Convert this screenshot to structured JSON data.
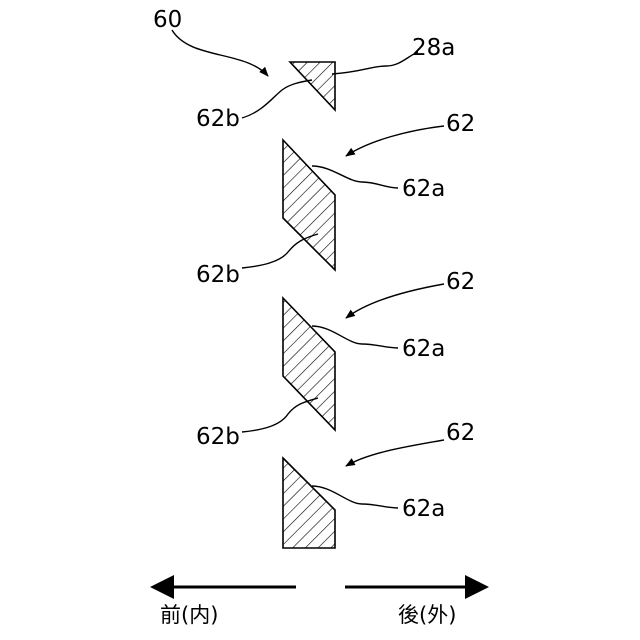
{
  "labels": {
    "assembly": "60",
    "ref_28a": "28a",
    "ref_62b_top": "62b",
    "ref_62_1": "62",
    "ref_62a_1": "62a",
    "ref_62b_1": "62b",
    "ref_62_2": "62",
    "ref_62a_2": "62a",
    "ref_62b_2": "62b",
    "ref_62_3": "62",
    "ref_62a_3": "62a"
  },
  "directions": {
    "front": "前(内)",
    "rear": "後(外)"
  },
  "colors": {
    "line": "#000000",
    "background": "#ffffff"
  }
}
